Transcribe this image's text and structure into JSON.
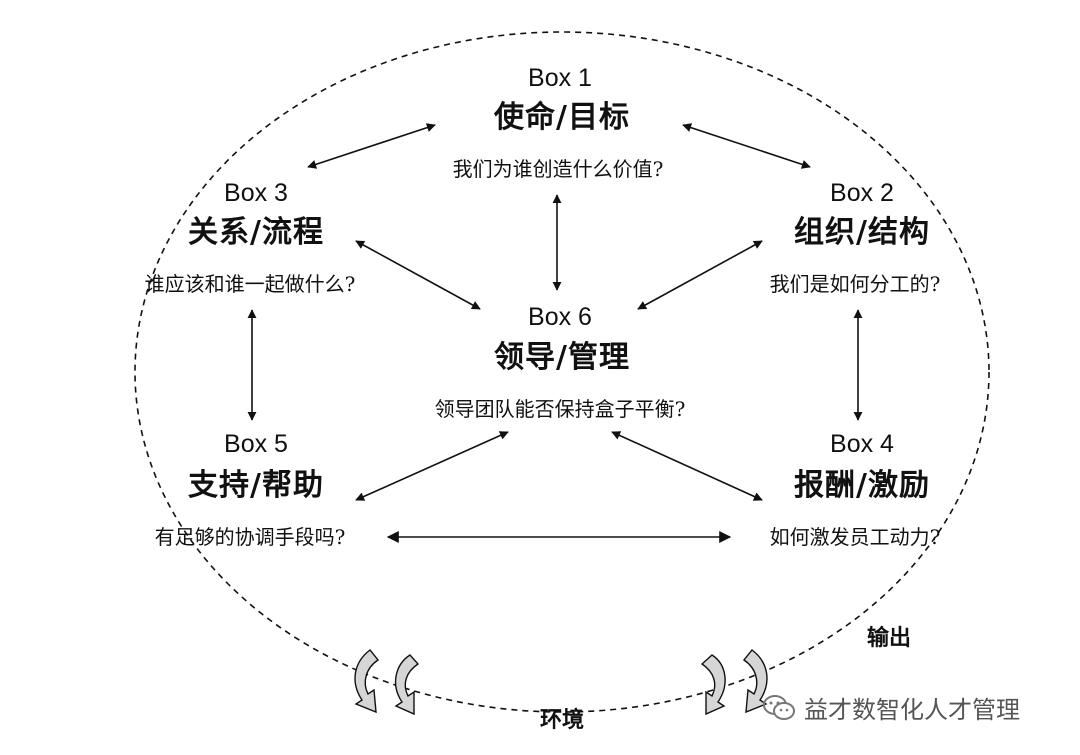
{
  "boxes": {
    "box1": {
      "num": "Box 1",
      "title": "使命/目标",
      "question": "我们为谁创造什么价值?"
    },
    "box2": {
      "num": "Box 2",
      "title": "组织/结构",
      "question": "我们是如何分工的?"
    },
    "box3": {
      "num": "Box 3",
      "title": "关系/流程",
      "question": "谁应该和谁一起做什么?"
    },
    "box4": {
      "num": "Box 4",
      "title": "报酬/激励",
      "question": "如何激发员工动力?"
    },
    "box5": {
      "num": "Box 5",
      "title": "支持/帮助",
      "question": "有足够的协调手段吗?"
    },
    "box6": {
      "num": "Box 6",
      "title": "领导/管理",
      "question": "领导团队能否保持盒子平衡?"
    }
  },
  "labels": {
    "output": "输出",
    "environment": "环境"
  },
  "watermark": {
    "text": "益才数智化人才管理"
  },
  "colors": {
    "stroke": "#111111",
    "text": "#111111",
    "watermark": "#555555",
    "cycle_fill": "#d6d6d6"
  }
}
